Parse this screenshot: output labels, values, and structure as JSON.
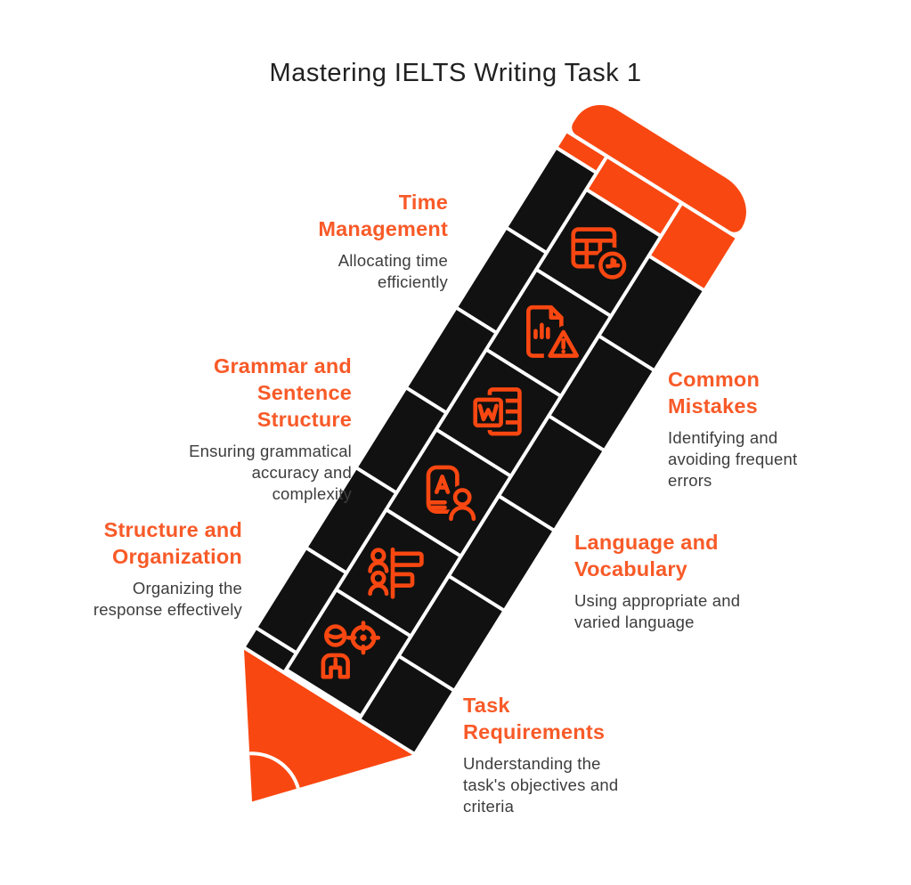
{
  "title": "Mastering IELTS Writing Task 1",
  "colors": {
    "accent_orange": "#F94711",
    "heading_orange": "#F85A28",
    "pencil_black": "#111111",
    "description_text": "#3D3D3D",
    "title_text": "#212121",
    "background": "#FFFFFF"
  },
  "topics": [
    {
      "heading": "Time\nManagement",
      "description": "Allocating time\nefficiently",
      "icon": "table-clock-icon",
      "side": "left"
    },
    {
      "heading": "Grammar and\nSentence\nStructure",
      "description": "Ensuring grammatical\naccuracy and\ncomplexity",
      "icon": "word-document-icon",
      "side": "left"
    },
    {
      "heading": "Structure and\nOrganization",
      "description": "Organizing the\nresponse effectively",
      "icon": "org-structure-icon",
      "side": "left"
    },
    {
      "heading": "Common\nMistakes",
      "description": "Identifying and\navoiding frequent\nerrors",
      "icon": "report-warning-icon",
      "side": "right"
    },
    {
      "heading": "Language and\nVocabulary",
      "description": "Using appropriate and\nvaried language",
      "icon": "vocabulary-person-icon",
      "side": "right"
    },
    {
      "heading": "Task\nRequirements",
      "description": "Understanding the\ntask's objectives and\ncriteria",
      "icon": "person-target-icon",
      "side": "right"
    }
  ],
  "pencil": {
    "segment_icons_top_to_bottom": [
      "table-clock-icon",
      "report-warning-icon",
      "word-document-icon",
      "vocabulary-person-icon",
      "org-structure-icon",
      "person-target-icon"
    ]
  }
}
